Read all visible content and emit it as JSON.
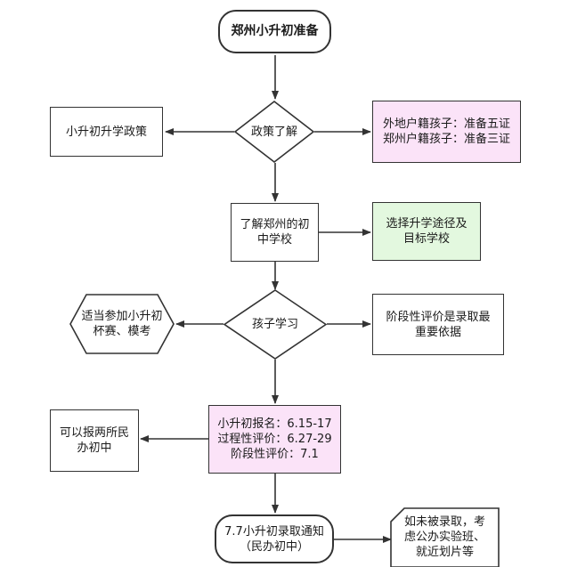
{
  "nodes": {
    "start": "郑州小升初准备",
    "policy": "小升初升学政策",
    "decision_policy": "政策了解",
    "certs": [
      "外地户籍孩子：准备五证",
      "郑州户籍孩子：准备三证"
    ],
    "understand": [
      "了解郑州的初",
      "中学校"
    ],
    "choose": [
      "选择升学途径及",
      "目标学校"
    ],
    "cups": [
      "适当参加小升初",
      "杯赛、模考"
    ],
    "decision_study": "孩子学习",
    "evaluation": [
      "阶段性评价是录取最",
      "重要依据"
    ],
    "dates": [
      "小升初报名：6.15-17",
      "过程性评价：6.27-29",
      "阶段性评价：7.1"
    ],
    "private": [
      "可以报两所民",
      "办初中"
    ],
    "notice": [
      "7.7小升初录取通知",
      "（民办初中）"
    ],
    "fallback": [
      "如未被录取，考",
      "虑公办实验班、",
      "就近划片等"
    ]
  },
  "colors": {
    "line": "#333333",
    "pink_fill": "#fbe3f8",
    "green_fill": "#e3f8df"
  }
}
